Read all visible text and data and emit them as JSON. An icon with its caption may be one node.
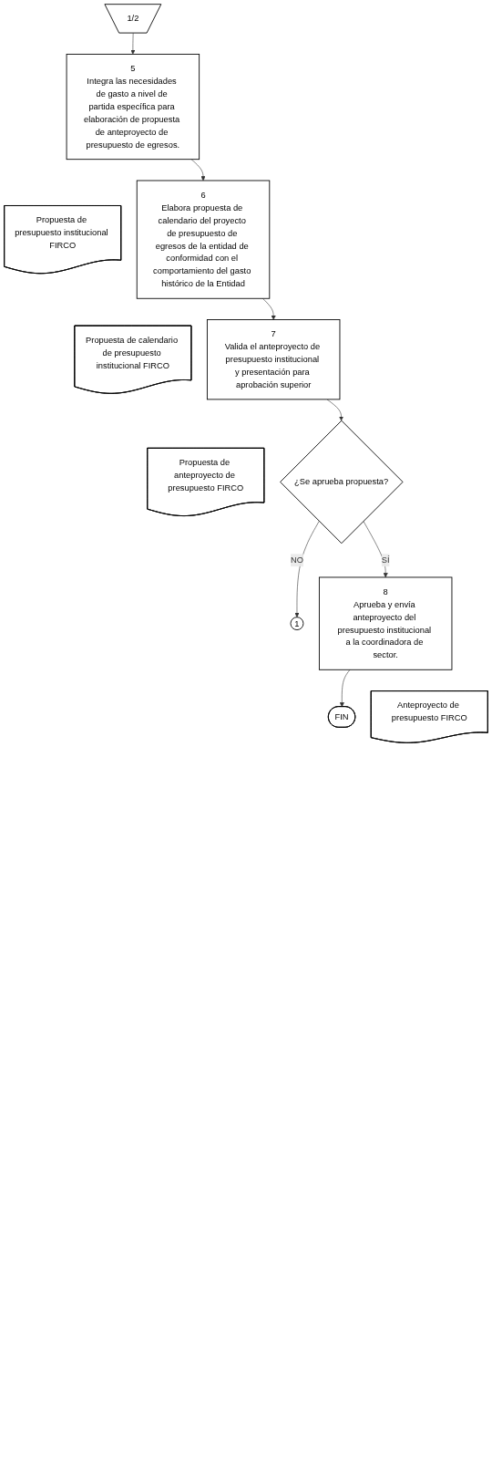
{
  "diagram": {
    "nodes": [
      {
        "text": [
          "1/2"
        ]
      },
      {
        "text": [
          "5",
          "Integra las necesidades de gasto a nivel de partida específica para elaboración de propuesta de anteproyecto de presupuesto de egresos."
        ]
      },
      {
        "text": [
          "Propuesta de presupuesto institucional FIRCO"
        ]
      },
      {
        "text": [
          "6",
          "Elabora propuesta de calendario del proyecto de presupuesto de egresos de la entidad de conformidad con el comportamiento del gasto histórico de la Entidad"
        ]
      },
      {
        "text": [
          "Propuesta de calendario de presupuesto institucional FIRCO"
        ]
      },
      {
        "text": [
          "7",
          "Valida el anteproyecto de presupuesto institucional y presentación para aprobación superior"
        ]
      },
      {
        "text": [
          "Propuesta de anteproyecto de presupuesto FIRCO"
        ]
      },
      {
        "text": [
          "¿Se aprueba propuesta?"
        ]
      },
      {
        "text": [
          "1"
        ]
      },
      {
        "text": [
          "8",
          "Aprueba y envía anteproyecto del presupuesto institucional a la coordinadora de sector."
        ]
      },
      {
        "text": [
          "Anteproyecto de presupuesto FIRCO"
        ]
      },
      {
        "text": [
          "FIN"
        ]
      }
    ],
    "edges": [
      {
        "from": 0,
        "to": 1,
        "arrow": "to"
      },
      {
        "from": 1,
        "to": 3,
        "arrow": "to"
      },
      {
        "from": 3,
        "to": 5,
        "arrow": "to"
      },
      {
        "from": 5,
        "to": 7,
        "arrow": "to"
      },
      {
        "from": 7,
        "to": 8,
        "arrow": "to",
        "label": "NO"
      },
      {
        "from": 7,
        "to": 9,
        "arrow": "to",
        "label": "SÍ"
      },
      {
        "from": 9,
        "to": 11,
        "arrow": "to"
      }
    ]
  }
}
